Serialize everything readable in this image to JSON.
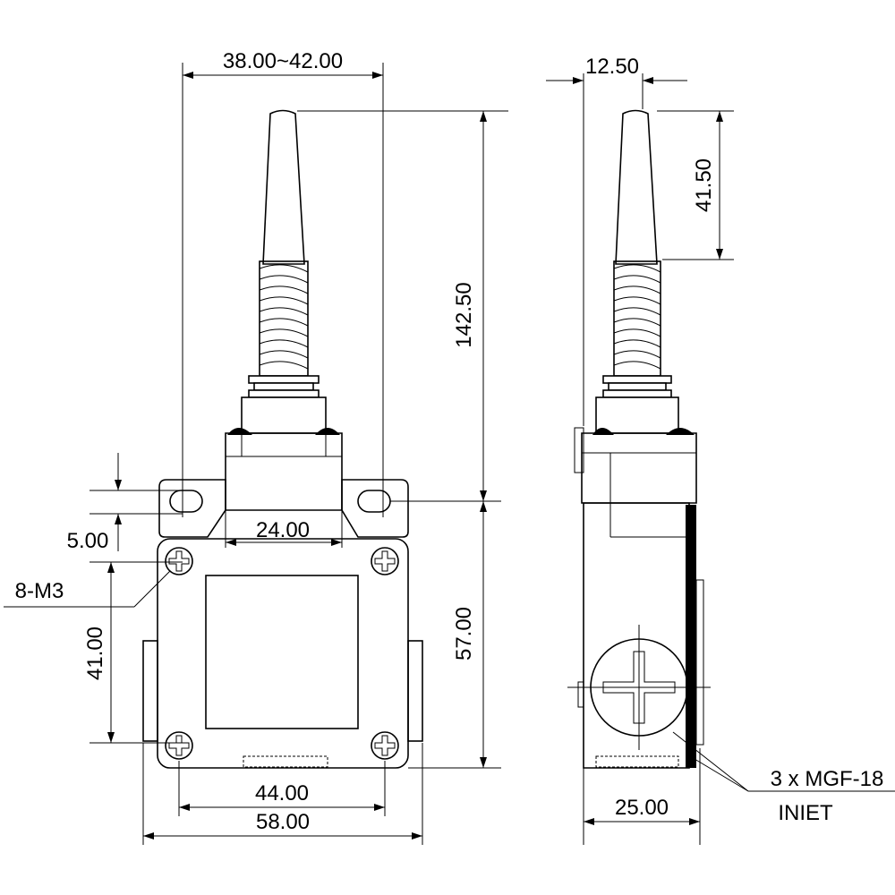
{
  "front_view": {
    "dim_actuator_width": "38.00~42.00",
    "dim_total_height": "142.50",
    "dim_hole_offset": "5.00",
    "dim_neck_width": "24.00",
    "dim_mount_label": "8-M3",
    "dim_hole_vertical": "41.00",
    "dim_body_height": "57.00",
    "dim_hole_horizontal": "44.00",
    "dim_body_width": "58.00"
  },
  "side_view": {
    "dim_offset": "12.50",
    "dim_tip_length": "41.50",
    "dim_depth": "25.00",
    "inlet_label": "3 x MGF-18",
    "inlet_sublabel": "INIET"
  }
}
